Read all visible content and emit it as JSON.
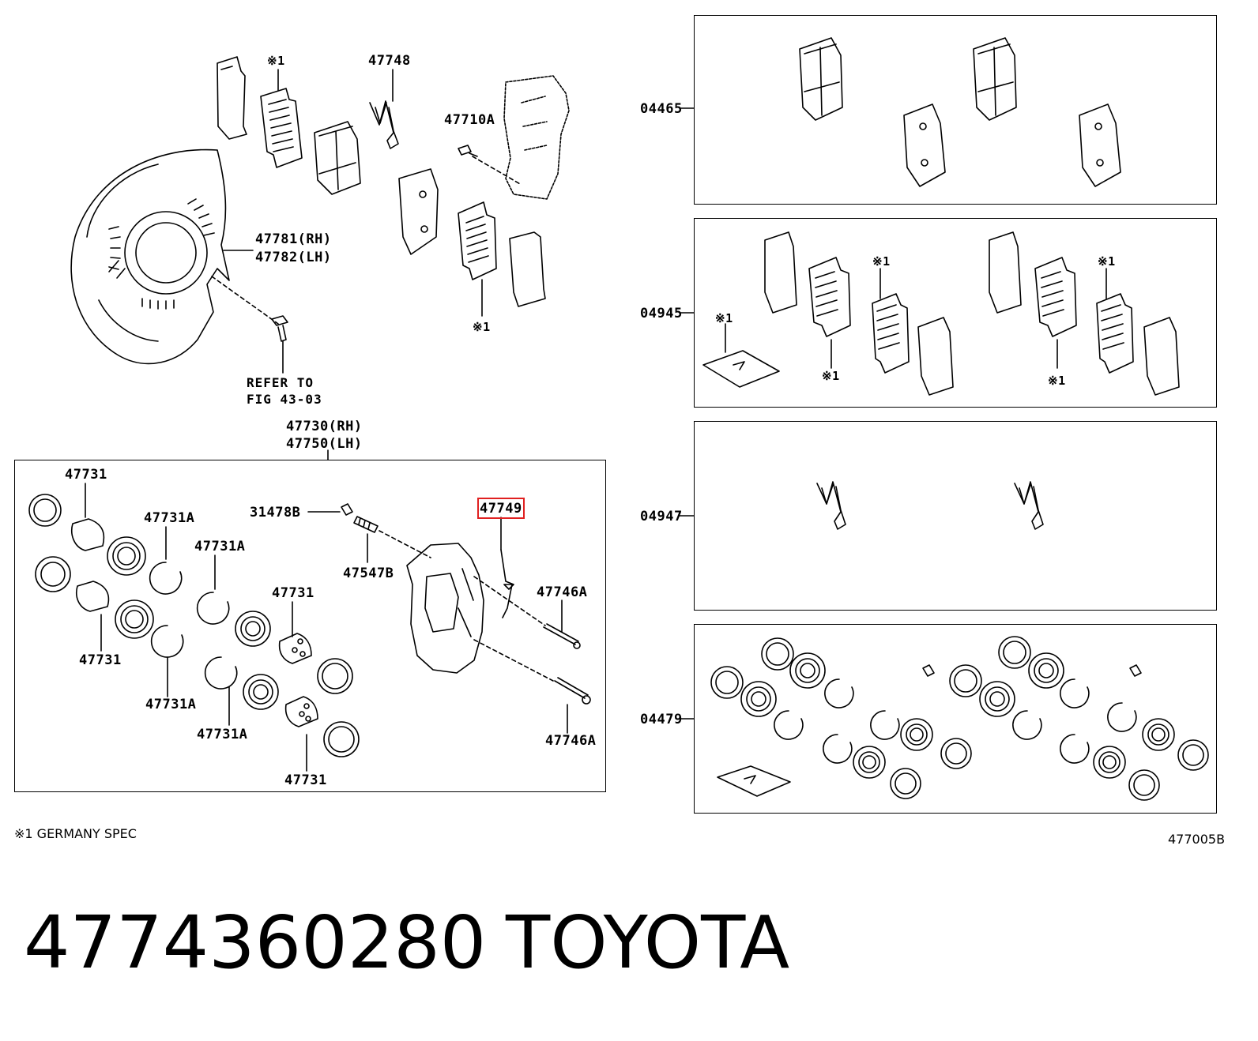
{
  "labels": {
    "germany_mark_1": "※1",
    "germany_mark_2": "※1",
    "germany_mark_3": "※1",
    "germany_mark_4": "※1",
    "germany_mark_5": "※1",
    "germany_mark_6": "※1",
    "germany_mark_7": "※1",
    "germany_mark_8": "※1",
    "p47748": "47748",
    "p47710a": "47710A",
    "p47781": "47781(RH)",
    "p47782": "47782(LH)",
    "refer_line1": "REFER TO",
    "refer_line2": "FIG 43-03",
    "p47730": "47730(RH)",
    "p47750": "47750(LH)",
    "p47731_a": "47731",
    "p47731a_a": "47731A",
    "p31478b": "31478B",
    "p47749": "47749",
    "p47731a_b": "47731A",
    "p47547b": "47547B",
    "p47731_b": "47731",
    "p47746a_a": "47746A",
    "p47731_c": "47731",
    "p47731a_c": "47731A",
    "p47731a_d": "47731A",
    "p47746a_b": "47746A",
    "p47731_d": "47731",
    "kit_04465": "04465",
    "kit_04945": "04945",
    "kit_04947": "04947",
    "kit_04479": "04479"
  },
  "footnote": "※1 GERMANY SPEC",
  "figure_code": "477005B",
  "part_number": "4774360280",
  "brand": "TOYOTA",
  "highlight_color": "#e02020"
}
